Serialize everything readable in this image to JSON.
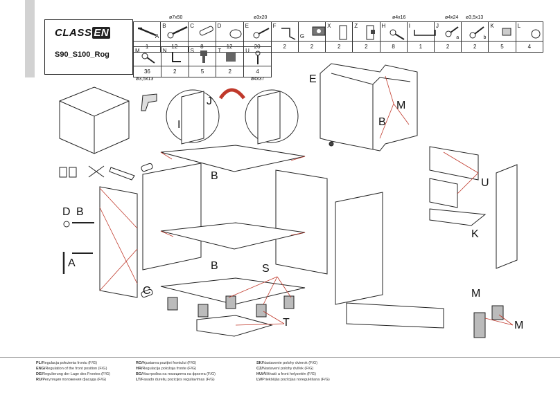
{
  "brand": {
    "name_prefix": "CLASS",
    "name_suffix": "EN"
  },
  "model": "S90_S100_Rog",
  "specs": {
    "s1": "ø7x50",
    "s2": "ø3x20",
    "s3": "ø4x16",
    "s4": "ø4x24",
    "s5": "ø3,5x13",
    "s6": "ø3,5x13",
    "s7": "ø4x37"
  },
  "parts_row1": [
    {
      "label": "A",
      "qty": "1"
    },
    {
      "label": "B",
      "qty": "12"
    },
    {
      "label": "C",
      "qty": "8"
    },
    {
      "label": "D",
      "qty": "12"
    },
    {
      "label": "E",
      "qty": "20"
    },
    {
      "label": "F",
      "qty": "2"
    },
    {
      "label": "G",
      "qty": "2"
    },
    {
      "label": "X",
      "qty": "2"
    },
    {
      "label": "Z",
      "qty": "2"
    },
    {
      "label": "H",
      "qty": "8"
    },
    {
      "label": "I",
      "qty": "1"
    },
    {
      "label": "J",
      "sub": "a",
      "qty": "2"
    },
    {
      "label": "",
      "sub": "b",
      "qty": "2"
    },
    {
      "label": "K",
      "qty": "5"
    },
    {
      "label": "L",
      "qty": "4"
    }
  ],
  "parts_row2": [
    {
      "label": "M",
      "qty": "36"
    },
    {
      "label": "N",
      "qty": "2"
    },
    {
      "label": "S",
      "qty": "5"
    },
    {
      "label": "T",
      "qty": "2"
    },
    {
      "label": "U",
      "qty": "4"
    }
  ],
  "callouts": {
    "E": "E",
    "M1": "M",
    "B1": "B",
    "J": "J",
    "I": "I",
    "U": "U",
    "K": "K",
    "B2": "B",
    "B3": "B",
    "D": "D",
    "B4": "B",
    "A": "A",
    "C": "C",
    "S": "S",
    "T": "T",
    "M2": "M",
    "M3": "M"
  },
  "footer": [
    [
      {
        "code": "PL/",
        "text": "Regulacja położenia frontu (F/G)"
      },
      {
        "code": "ENG/",
        "text": "Regulation of the front position (F/G)"
      },
      {
        "code": "DE/",
        "text": "Regulierung der Lage des Frontes (F/G)"
      },
      {
        "code": "RU/",
        "text": "Регуляция положения фасада (F/G)"
      }
    ],
    [
      {
        "code": "RO/",
        "text": "Ajustarea poziției frontului (F/G)"
      },
      {
        "code": "HR/",
        "text": "Regulacija položaja fronte (F/G)"
      },
      {
        "code": "BG/",
        "text": "Настройка на позицията на фронта (F/G)"
      },
      {
        "code": "LT/",
        "text": "Fasado durelių pozicijos reguliavimas (F/G)"
      }
    ],
    [
      {
        "code": "SK/",
        "text": "Nastavenie polohy dvierok (F/G)"
      },
      {
        "code": "CZ/",
        "text": "Nastavení polohy dvířek (F/G)"
      },
      {
        "code": "HU/",
        "text": "Állítható a front helyzetén (F/G)"
      },
      {
        "code": "LV/",
        "text": "Priekšējās pozīcijas noregulēšana (F/G)"
      }
    ]
  ],
  "colors": {
    "accent": "#c0392b",
    "line": "#222222"
  }
}
